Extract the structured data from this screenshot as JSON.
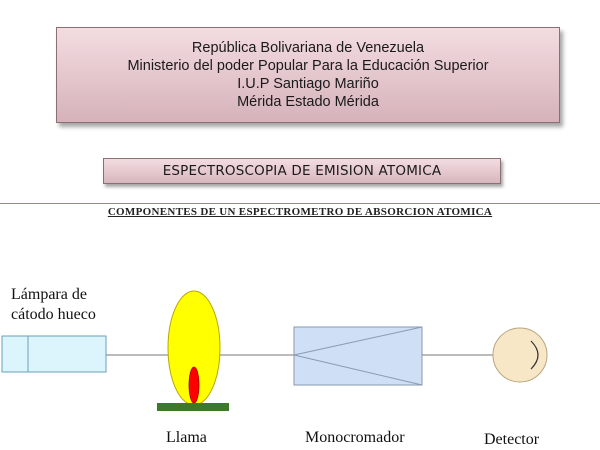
{
  "header": {
    "lines": [
      "República Bolivariana de Venezuela",
      "Ministerio del poder Popular Para la Educación Superior",
      "I.U.P Santiago Mariño",
      "Mérida Estado Mérida"
    ]
  },
  "title": "ESPECTROSCOPIA DE EMISION ATOMICA",
  "diagram": {
    "subtitle": "COMPONENTES DE UN ESPECTROMETRO DE ABSORCION ATOMICA",
    "components": {
      "lamp": [
        "Lámpara de",
        "cátodo hueco"
      ],
      "flame": "Llama",
      "monochromator": "Monocromador",
      "detector": "Detector"
    }
  },
  "colors": {
    "header_fill": "#e6c8ce",
    "flame_outer": "#ffff00",
    "flame_inner": "#ff0000",
    "burner": "#3a7a28",
    "lamp_fill": "#dcf4fb",
    "mono_fill": "#cfe0f6",
    "detector_fill": "#f7e7c6"
  }
}
